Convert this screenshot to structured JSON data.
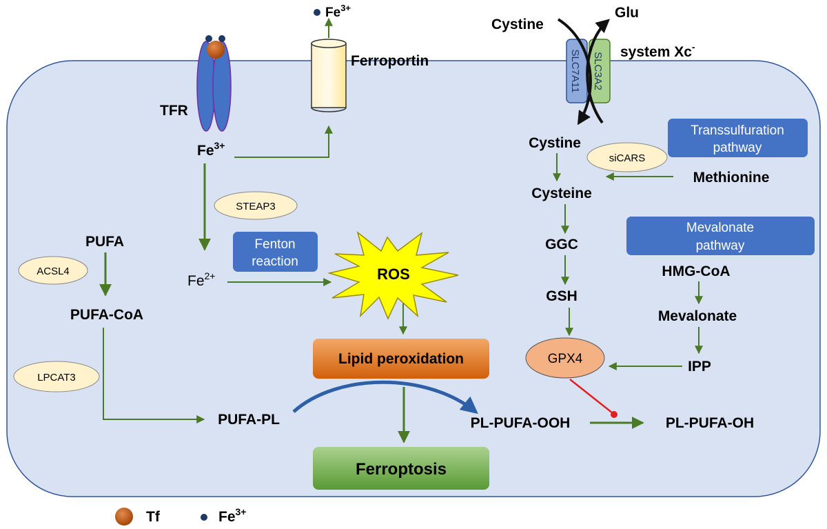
{
  "labels": {
    "fe3_top": "Fe",
    "fe3_top_sup": "3+",
    "ferroportin": "Ferroportin",
    "tfr": "TFR",
    "fe3_cell": "Fe",
    "fe3_cell_sup": "3+",
    "steap3": "STEAP3",
    "fenton_line1": "Fenton",
    "fenton_line2": "reaction",
    "fe2": "Fe",
    "fe2_sup": "2+",
    "ros": "ROS",
    "pufa": "PUFA",
    "acsl4": "ACSL4",
    "pufa_coa": "PUFA-CoA",
    "lpcat3": "LPCAT3",
    "pufa_pl": "PUFA-PL",
    "lipid_peroxidation": "Lipid peroxidation",
    "ferroptosis": "Ferroptosis",
    "pl_pufa_ooh": "PL-PUFA-OOH",
    "pl_pufa_oh": "PL-PUFA-OH",
    "cystine_out": "Cystine",
    "glu": "Glu",
    "system_xc": "system Xc",
    "system_xc_sup": "-",
    "slc7a11": "SLC7A11",
    "slc3a2": "SLC3A2",
    "transsulfuration_line1": "Transsulfuration",
    "transsulfuration_line2": "pathway",
    "cystine_in": "Cystine",
    "sicars": "siCARS",
    "methionine": "Methionine",
    "cysteine": "Cysteine",
    "ggc": "GGC",
    "gsh": "GSH",
    "gpx4": "GPX4",
    "mevalonate_line1": "Mevalonate",
    "mevalonate_line2": "pathway",
    "hmg_coa": "HMG-CoA",
    "mevalonate": "Mevalonate",
    "ipp": "IPP",
    "legend_tf": "Tf",
    "legend_fe": "Fe",
    "legend_fe_sup": "3+"
  },
  "colors": {
    "cell_fill": "#d9e2f3",
    "cell_stroke": "#2f5597",
    "arrow_green": "#4a7a25",
    "inhibit_red": "#e02020",
    "curve_blue": "#2e60a8",
    "box_blue": "#4472c4",
    "ellipse_fill": "#fff2cc",
    "tf_orange": "#c55a11",
    "fe_dot": "#1f3864",
    "tfr_blue": "#4472c4",
    "ros_yellow": "#ffff00",
    "lipid_orange": "#e46c0a",
    "ferroptosis_green": "#70ad47",
    "gpx4_fill": "#f4b183"
  }
}
